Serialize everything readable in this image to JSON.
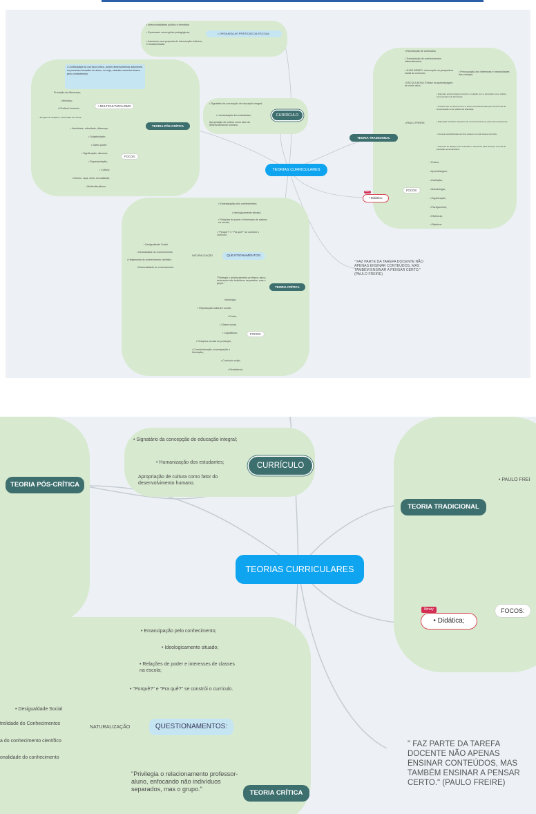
{
  "center": "TEORIAS CURRICULARES",
  "curriculo": {
    "label": "CURRÍCULO",
    "items": [
      "• Signatário da concepção de educação integral;",
      "• Humanização dos estudantes;",
      "Apropriação de cultura como fator do desenvolvimento humano."
    ]
  },
  "top_branch": {
    "label": "• ORGANIZA AS PRÁTICAS DA ESCOLA.",
    "items": [
      "• Intencionalidades político e formativa;",
      "• Expressam concepções pedagógicas;",
      "• Assumem uma proposta de intervenção reflexiva e fundamentada."
    ]
  },
  "pos_critica": {
    "label": "TEORIA PÓS-CRÍTICA",
    "note": "• Continuidade do currículo crítico, porém desenvolvendo autonomia no processo formativo do aluno, ou seja, estariam conectos busca pelo conhecimento.",
    "multi": "• MULTICULTURALISMO",
    "multi_items": [
      "Produção de diferenças;",
      "• Minorias;",
      "• Direitos Humanos.",
      "• Resgate de tradição e valorização da cultura."
    ],
    "focos_label": "FOCOS:",
    "focos": [
      "• Identidade, alteridade, diferença;",
      "• Subjetividade;",
      "• Saber-poder;",
      "• Significação, discurso;",
      "• Representação;",
      "• Cultura;",
      "• Gênero, raça, etnia, sexualidade;",
      "• Multiculturalismo."
    ]
  },
  "tradicional": {
    "label": "TEORIA TRADICIONAL",
    "items": [
      "• Reprodução de conteúdos;",
      "• Transmissão de conhecimentos sistematizados;",
      "• JHON DEWEY: reinvenção na perspectiva social do currículo;",
      "• ESCOLA NOVA: Ênfase na aprendizagem de modo ativo."
    ],
    "dewey_note": "• Preocupação dos interesses e necessidades das crianças.",
    "freire_label": "• PAULO FREIRE:",
    "freire_items": [
      "• Entender epistemologia (construir a relação com a educação como prática emancipadora de liberdade);",
      "• Transformar a maneira como o aluno será direcionado para uma forma de emancipação como prática de liberdade;",
      "• Educação bancária: depósitos de conhecimentos por parte dos professores;",
      "• A busca pela liberdade termina situado em toda classe oprimida.",
      "• Proposta de diálogo entre educador e educando para alcançar a forma de educação emancipadora."
    ],
    "focos_label": "FOCOS:",
    "focos": [
      "• Ensino;",
      "• Aprendizagem;",
      "• Avaliação;",
      "• Metodologia;",
      "• Organização;",
      "• Planejamento;",
      "• Eficiência;",
      "• Objetivos."
    ]
  },
  "didatica": {
    "label": "• Didática;",
    "tag": "library"
  },
  "critica": {
    "label": "TEORIA CRÍTICA",
    "items": [
      "• Emancipação pelo conhecimento;",
      "• Ideologicamente situado;",
      "• Relações de poder e interesses de classes na escola;",
      "• \"Porquê?\" e \"Pra quê?\" se constrói o currículo."
    ],
    "quest": "QUESTIONAMENTOS:",
    "naturalizacao": "NATURALIZAÇÃO",
    "nat_items": [
      "• Desigualdade Social",
      "• Neutralidade do Conhecimento",
      "• Hegemonia do conhecimento científico",
      "• Racionalidade do conhecimento"
    ],
    "quote": "\"Privilegia o relacionamento professor-aluno, enfocando não indivíduos separados, mas o grupo.\"",
    "focos_label": "FOCOS:",
    "focos": [
      "• Ideologia;",
      "• Reprodução cultural e social;",
      "• Poder;",
      "• Classe social;",
      "• Capitalismo;",
      "• Relações sociais de produção;",
      "• Conscientização, emancipação e libertação;",
      "• Currículo oculto;",
      "• Resistência."
    ]
  },
  "freire_quote": "\" FAZ PARTE DA TAREFA DOCENTE NÃO APENAS ENSINAR CONTEÚDOS, MAS TAMBÉM ENSINAR A PENSAR CERTO.\" (PAULO FREIRE)",
  "zoom": {
    "paulo": "• PAULO FREI",
    "focos": "FOCOS:",
    "nat_items": [
      "• Desigualdade Social",
      "trelidade do Conhecimentos",
      "a do conhecimento científico",
      "onalidade do conhecimento"
    ]
  }
}
